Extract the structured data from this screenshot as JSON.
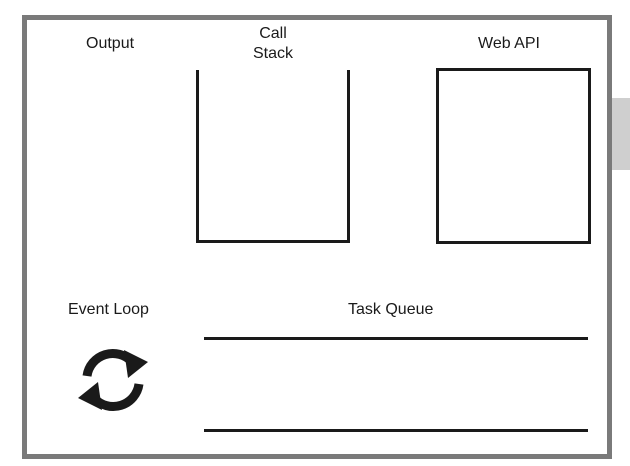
{
  "labels": {
    "output": "Output",
    "call_stack_line1": "Call",
    "call_stack_line2": "Stack",
    "web_api": "Web API",
    "event_loop": "Event Loop",
    "task_queue": "Task Queue"
  },
  "icons": {
    "event_loop": "refresh-arrows-icon"
  },
  "colors": {
    "frame_border": "#7a7a7a",
    "stroke": "#1a1a1a",
    "side_tab": "#cfcfcf"
  }
}
